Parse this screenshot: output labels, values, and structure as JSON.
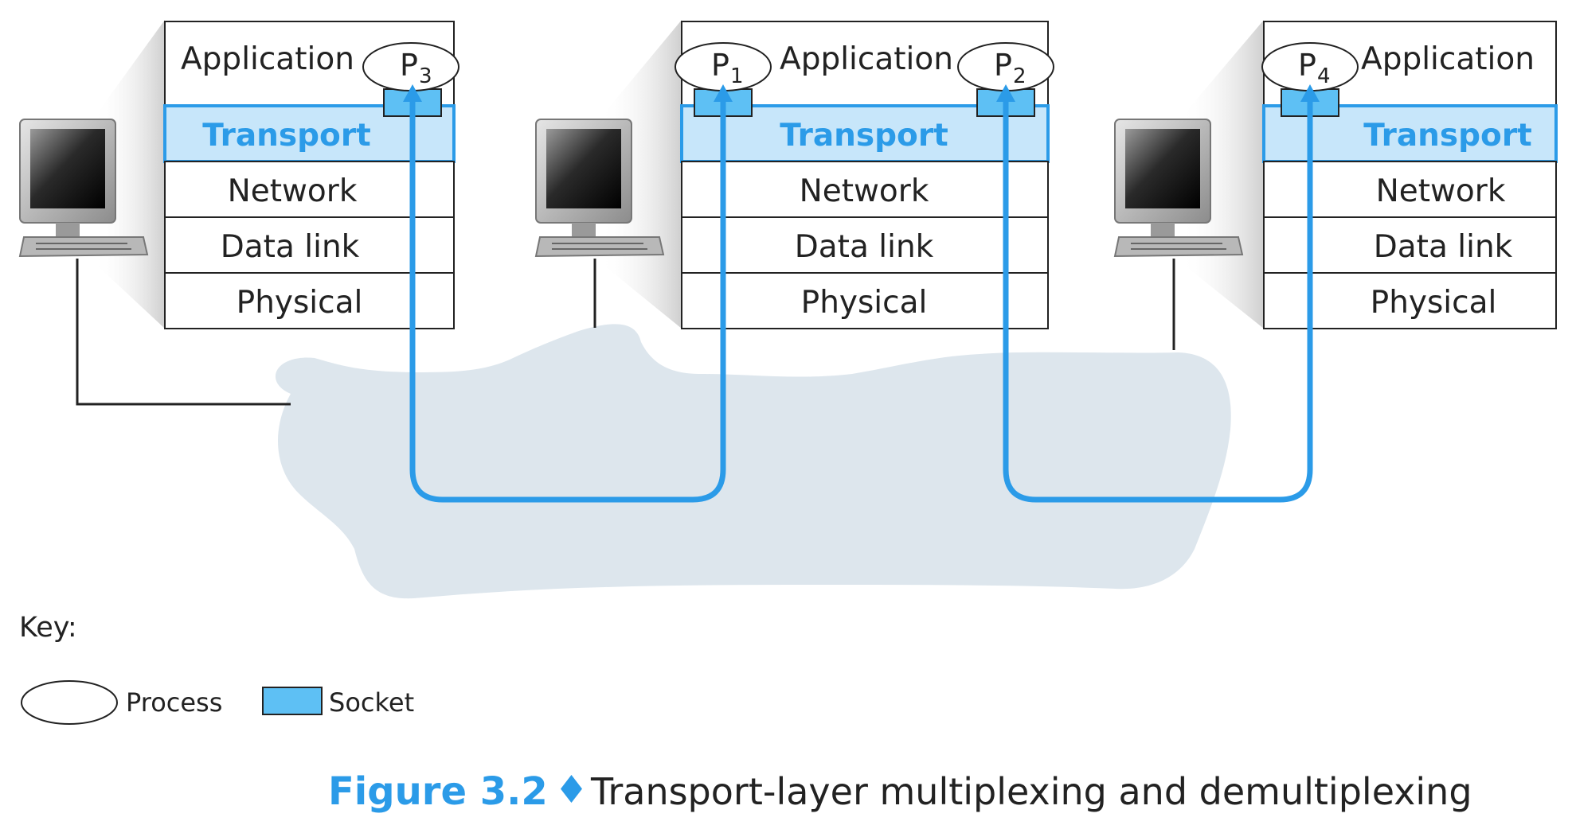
{
  "hosts": [
    {
      "id": "left",
      "layers": {
        "application": "Application",
        "transport": "Transport",
        "network": "Network",
        "data_link": "Data link",
        "physical": "Physical"
      },
      "processes": [
        {
          "label": "P",
          "sub": "3"
        }
      ]
    },
    {
      "id": "middle",
      "layers": {
        "application": "Application",
        "transport": "Transport",
        "network": "Network",
        "data_link": "Data link",
        "physical": "Physical"
      },
      "processes": [
        {
          "label": "P",
          "sub": "1"
        },
        {
          "label": "P",
          "sub": "2"
        }
      ]
    },
    {
      "id": "right",
      "layers": {
        "application": "Application",
        "transport": "Transport",
        "network": "Network",
        "data_link": "Data link",
        "physical": "Physical"
      },
      "processes": [
        {
          "label": "P",
          "sub": "4"
        }
      ]
    }
  ],
  "key": {
    "title": "Key:",
    "process_label": "Process",
    "socket_label": "Socket"
  },
  "caption": {
    "figure": "Figure 3.2",
    "separator": "♦",
    "text": "Transport-layer multiplexing and demultiplexing"
  },
  "colors": {
    "transport_fill": "#c7e6fa",
    "transport_stroke": "#2b9be8",
    "socket_fill": "#5ec0f4",
    "arrow": "#2b9be8",
    "cloud": "#dde6ed",
    "shadow": "#dcdcdc"
  },
  "icons": [
    "computer-icon",
    "network-cloud-icon",
    "process-ellipse-icon",
    "socket-box-icon",
    "arrow-up-icon"
  ]
}
